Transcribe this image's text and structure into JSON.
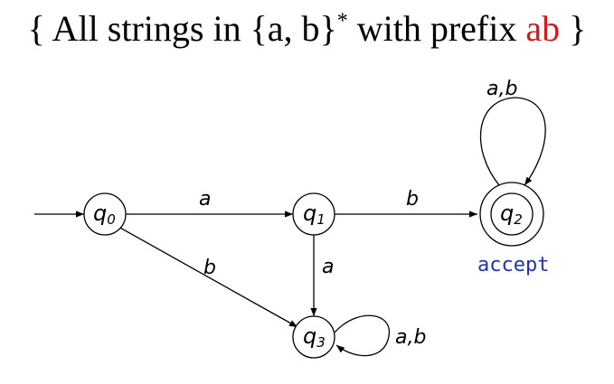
{
  "title": {
    "prefix": "{ All strings in {a, b}",
    "star": "*",
    "middle": " with prefix ",
    "highlight": "ab",
    "suffix": " }",
    "highlight_color": "#d01c1c"
  },
  "states": [
    {
      "id": "q0",
      "base": "q",
      "sub": "0"
    },
    {
      "id": "q1",
      "base": "q",
      "sub": "1"
    },
    {
      "id": "q2",
      "base": "q",
      "sub": "2"
    },
    {
      "id": "q3",
      "base": "q",
      "sub": "3"
    }
  ],
  "accept_label": "accept",
  "accept_color": "#2233aa",
  "transitions": [
    {
      "from": "q0",
      "to": "q1",
      "label": "a"
    },
    {
      "from": "q1",
      "to": "q2",
      "label": "b"
    },
    {
      "from": "q0",
      "to": "q3",
      "label": "b"
    },
    {
      "from": "q1",
      "to": "q3",
      "label": "a"
    },
    {
      "from": "q2",
      "to": "q2",
      "label": "a,b"
    },
    {
      "from": "q3",
      "to": "q3",
      "label": "a,b"
    }
  ]
}
